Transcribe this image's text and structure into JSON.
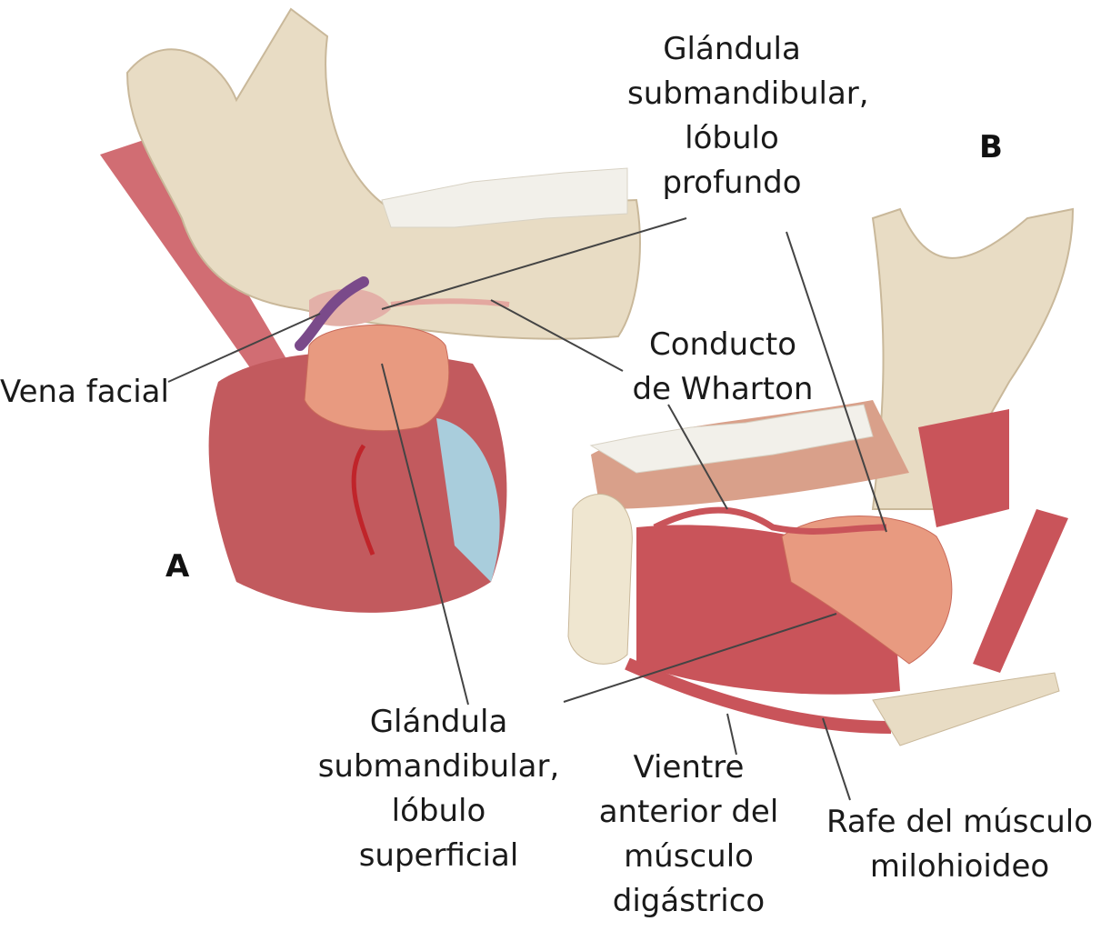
{
  "figure": {
    "panels": {
      "a": "A",
      "b": "B"
    },
    "labels": {
      "deep_lobe": [
        "Glándula",
        "submandibular,",
        "lóbulo",
        "profundo"
      ],
      "wharton_duct": [
        "Conducto",
        "de Wharton"
      ],
      "facial_vein": [
        "Vena facial"
      ],
      "superficial_lobe": [
        "Glándula",
        "submandibular,",
        "lóbulo",
        "superficial"
      ],
      "digastric": [
        "Vientre",
        "anterior del",
        "músculo",
        "digástrico"
      ],
      "mylohyoid_raphe": [
        "Rafe del músculo",
        "milohioideo"
      ]
    },
    "colors": {
      "bone": "#e8dcc4",
      "muscle": "#c9545a",
      "gland": "#e89a80",
      "vein": "#7a4a8a",
      "fascia": "#a9cddc",
      "tooth": "#f2f0ea"
    }
  }
}
